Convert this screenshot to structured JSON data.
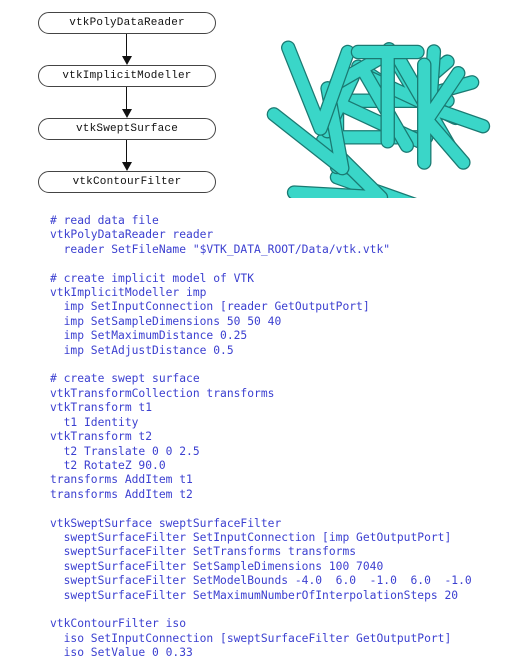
{
  "pipeline": {
    "nodes": [
      "vtkPolyDataReader",
      "vtkImplicitModeller",
      "vtkSweptSurface",
      "vtkContourFilter"
    ]
  },
  "figure": {
    "color": "#3ad6c8",
    "outline": "#1a7a72"
  },
  "code": {
    "lines": [
      "# read data file",
      "vtkPolyDataReader reader",
      "  reader SetFileName \"$VTK_DATA_ROOT/Data/vtk.vtk\"",
      "",
      "# create implicit model of VTK",
      "vtkImplicitModeller imp",
      "  imp SetInputConnection [reader GetOutputPort]",
      "  imp SetSampleDimensions 50 50 40",
      "  imp SetMaximumDistance 0.25",
      "  imp SetAdjustDistance 0.5",
      "",
      "# create swept surface",
      "vtkTransformCollection transforms",
      "vtkTransform t1",
      "  t1 Identity",
      "vtkTransform t2",
      "  t2 Translate 0 0 2.5",
      "  t2 RotateZ 90.0",
      "transforms AddItem t1",
      "transforms AddItem t2",
      "",
      "vtkSweptSurface sweptSurfaceFilter",
      "  sweptSurfaceFilter SetInputConnection [imp GetOutputPort]",
      "  sweptSurfaceFilter SetTransforms transforms",
      "  sweptSurfaceFilter SetSampleDimensions 100 7040",
      "  sweptSurfaceFilter SetModelBounds -4.0  6.0  -1.0  6.0  -1.0",
      "  sweptSurfaceFilter SetMaximumNumberOfInterpolationSteps 20",
      "",
      "vtkContourFilter iso",
      "  iso SetInputConnection [sweptSurfaceFilter GetOutputPort]",
      "  iso SetValue 0 0.33"
    ]
  }
}
